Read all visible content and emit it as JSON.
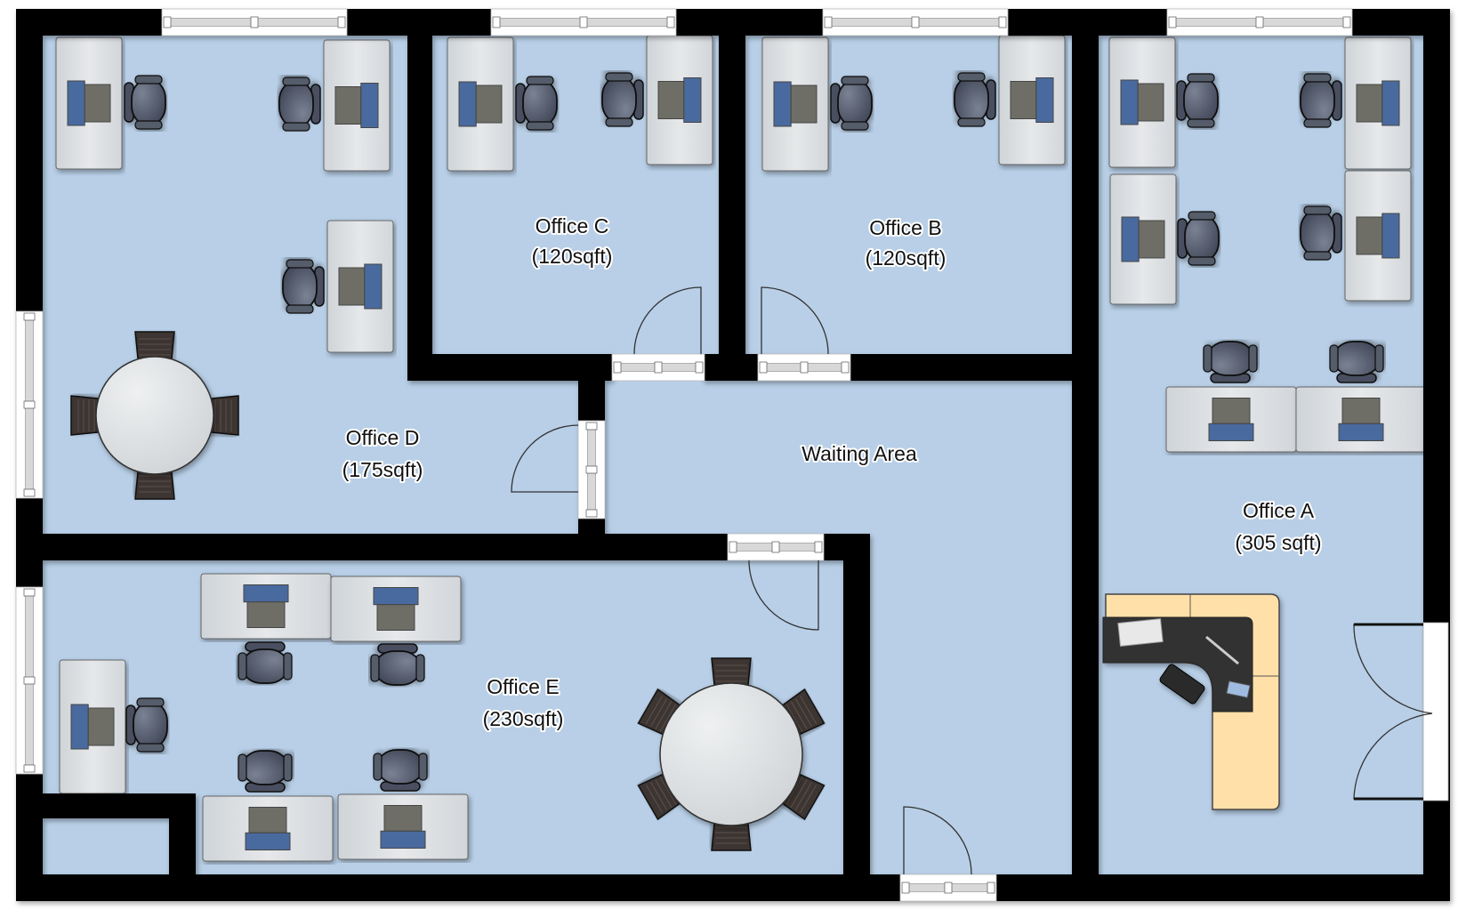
{
  "diagram": {
    "type": "office-floor-plan",
    "colors": {
      "floor": "#b8cfe7",
      "wall": "#000000",
      "desk": "#dfe3e6",
      "chair": "#4e5566",
      "laptop_screen": "#4a6a9e",
      "reception_counter": "#ffe0a8",
      "reception_desk": "#333333",
      "meeting_chair": "#3d3533",
      "table": "#dfe2e5"
    },
    "rooms": [
      {
        "id": "office-a",
        "name": "Office A",
        "area": "(305 sqft)"
      },
      {
        "id": "office-b",
        "name": "Office B",
        "area": "(120sqft)"
      },
      {
        "id": "office-c",
        "name": "Office C",
        "area": "(120sqft)"
      },
      {
        "id": "office-d",
        "name": "Office D",
        "area": "(175sqft)"
      },
      {
        "id": "office-e",
        "name": "Office E",
        "area": "(230sqft)"
      },
      {
        "id": "waiting-area",
        "name": "Waiting Area",
        "area": ""
      }
    ],
    "furniture_counts": {
      "office-a": {
        "desks": 6,
        "chairs": 6,
        "reception_desk": 1
      },
      "office-b": {
        "desks": 2,
        "chairs": 2
      },
      "office-c": {
        "desks": 2,
        "chairs": 2
      },
      "office-d": {
        "desks": 3,
        "chairs": 3,
        "round_tables": 1,
        "table_chairs": 4
      },
      "office-e": {
        "desks": 5,
        "chairs": 5,
        "round_tables": 1,
        "table_chairs": 6
      }
    }
  }
}
